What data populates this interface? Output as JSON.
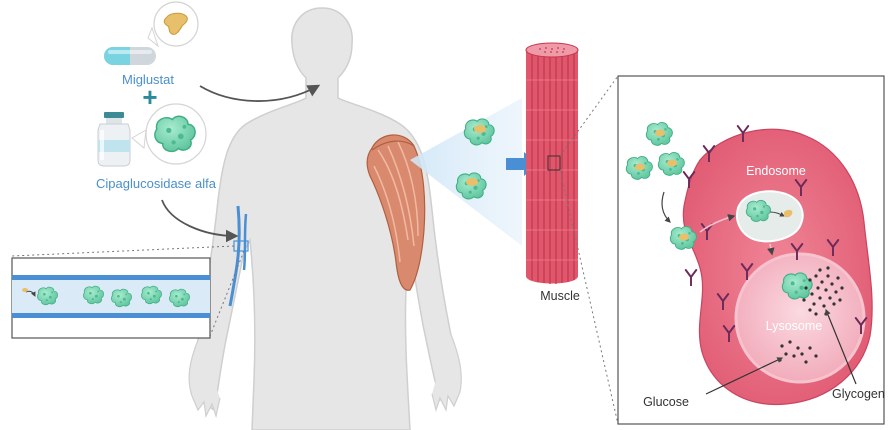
{
  "labels": {
    "miglustat": "Miglustat",
    "plus": "+",
    "cipaglucosidase": "Cipaglucosidase alfa",
    "muscle": "Muscle",
    "endosome": "Endosome",
    "lysosome": "Lysosome",
    "glucose": "Glucose",
    "glycogen": "Glycogen"
  },
  "colors": {
    "enzyme": "#7fd6b0",
    "enzyme_dark": "#3fae85",
    "drug": "#e8bf6a",
    "vessel": "#4a8fd4",
    "body": "#e6e6e6",
    "muscle": "#e0566a",
    "cell": "#e9657c",
    "receptor": "#6b2a5a",
    "label_blue": "#4a90c9"
  }
}
